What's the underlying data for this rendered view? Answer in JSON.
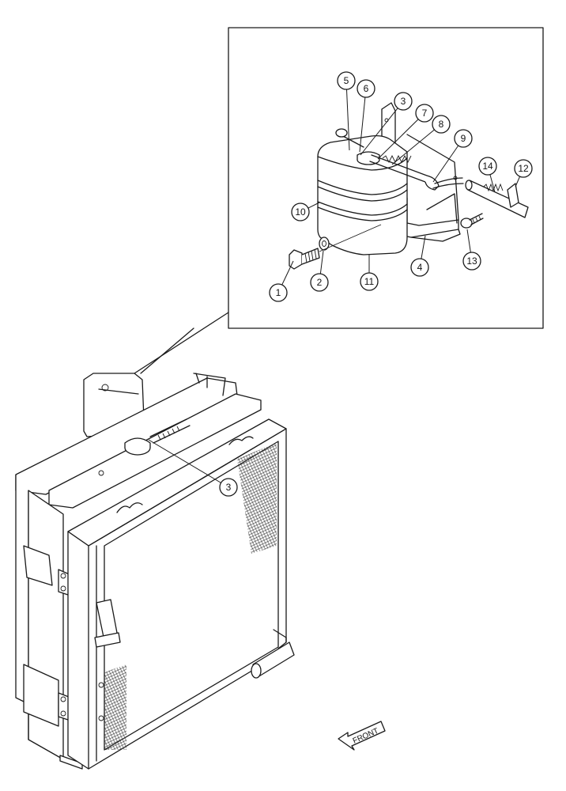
{
  "callouts": [
    {
      "id": "c1",
      "label": "1"
    },
    {
      "id": "c2",
      "label": "2"
    },
    {
      "id": "c3a",
      "label": "3"
    },
    {
      "id": "c3b",
      "label": "3"
    },
    {
      "id": "c4",
      "label": "4"
    },
    {
      "id": "c5",
      "label": "5"
    },
    {
      "id": "c6",
      "label": "6"
    },
    {
      "id": "c7",
      "label": "7"
    },
    {
      "id": "c8",
      "label": "8"
    },
    {
      "id": "c9",
      "label": "9"
    },
    {
      "id": "c10",
      "label": "10"
    },
    {
      "id": "c11",
      "label": "11"
    },
    {
      "id": "c12",
      "label": "12"
    },
    {
      "id": "c13",
      "label": "13"
    },
    {
      "id": "c14",
      "label": "14"
    }
  ],
  "front_label": "FRONT"
}
